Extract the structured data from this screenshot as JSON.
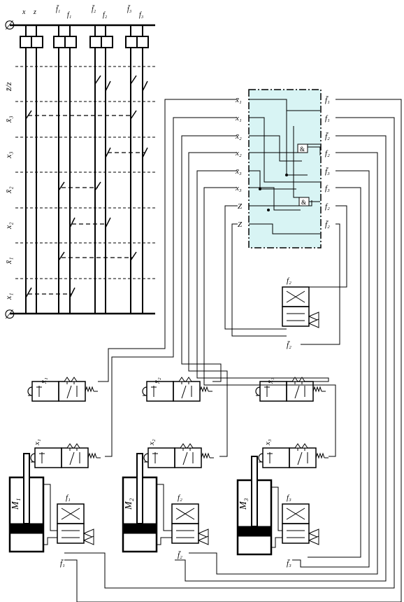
{
  "ladder": {
    "top_rail_symbol": "∅",
    "bottom_rail_symbol": "∅",
    "top_labels": [
      "x",
      "z",
      "f̄₁",
      "f₁",
      "f̄₂",
      "f₂",
      "f̄₃",
      "f₃"
    ],
    "row_labels": [
      "z̄/z",
      "x̄₃",
      "x₃",
      "x̄₂",
      "x₂",
      "x̄₁",
      "x₁"
    ]
  },
  "logic_block": {
    "fill_color": "#d8f4f4",
    "left_inputs": [
      "x̄₁",
      "x₁",
      "x̄₂",
      "x₂",
      "x̄₃",
      "x₃",
      "Z",
      "Z"
    ],
    "right_outputs": [
      "f̄₁",
      "f₁",
      "f̄₂",
      "f₂",
      "f̄₃",
      "f₃",
      "f₂",
      "f̄₂"
    ],
    "gate_symbol": "&"
  },
  "memory_valve": {
    "top_label": "f₂",
    "bottom_label": "f̄₂"
  },
  "sensor_valves_top": [
    "x̄₁",
    "x̄₂",
    "x̄₃"
  ],
  "sensor_valves_mid": [
    "x₁",
    "x₂",
    "x₃"
  ],
  "cylinders": [
    {
      "label": "M₁",
      "valve_top": "f₁",
      "valve_bottom": "f̄₁"
    },
    {
      "label": "M₂",
      "valve_top": "f₂",
      "valve_bottom": "f̄₂"
    },
    {
      "label": "M₃",
      "valve_top": "f₃",
      "valve_bottom": "f̄₃"
    }
  ]
}
